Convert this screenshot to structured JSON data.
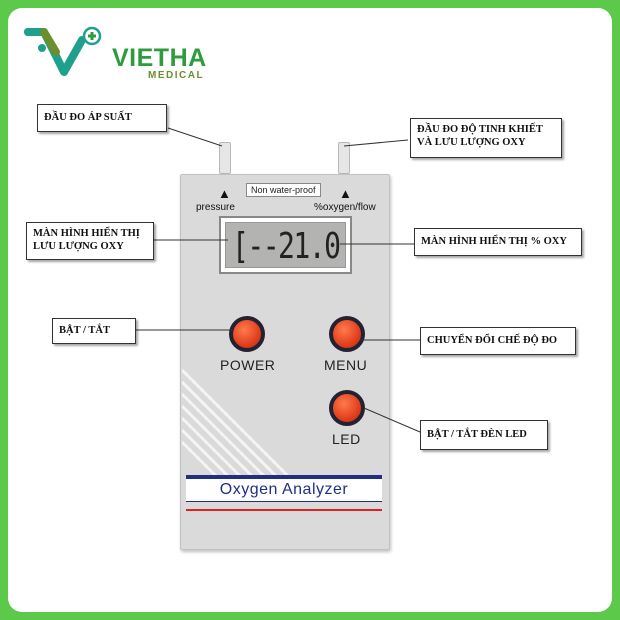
{
  "brand": {
    "name": "VIETHA",
    "sub": "MEDICAL",
    "accent": "#2e9c3c",
    "logo": "vietha-logo-icon"
  },
  "device": {
    "top_label": "Non water-proof",
    "left_port": "pressure",
    "right_port": "%oxygen/flow",
    "lcd_value": "[--21.0",
    "buttons": {
      "power": "POWER",
      "menu": "MENU",
      "led": "LED"
    },
    "title": "Oxygen Analyzer",
    "title_color": "#1f2f88",
    "button_color": "#e2401e"
  },
  "callouts": {
    "pressure_probe": "ĐẦU ĐO ÁP SUẤT",
    "purity_probe_line1": "ĐẦU ĐO ĐỘ TINH KHIẾT",
    "purity_probe_line2": "VÀ LƯU LƯỢNG OXY",
    "flow_display_line1": "MÀN HÌNH HIỂN THỊ",
    "flow_display_line2": "LƯU LƯỢNG OXY",
    "percent_display": "MÀN HÌNH HIỂN THỊ % OXY",
    "power_toggle": "BẬT / TẮT",
    "mode_switch": "CHUYỂN ĐỔI CHẾ ĐỘ ĐO",
    "led_toggle": "BẬT / TẮT ĐÈN LED"
  }
}
